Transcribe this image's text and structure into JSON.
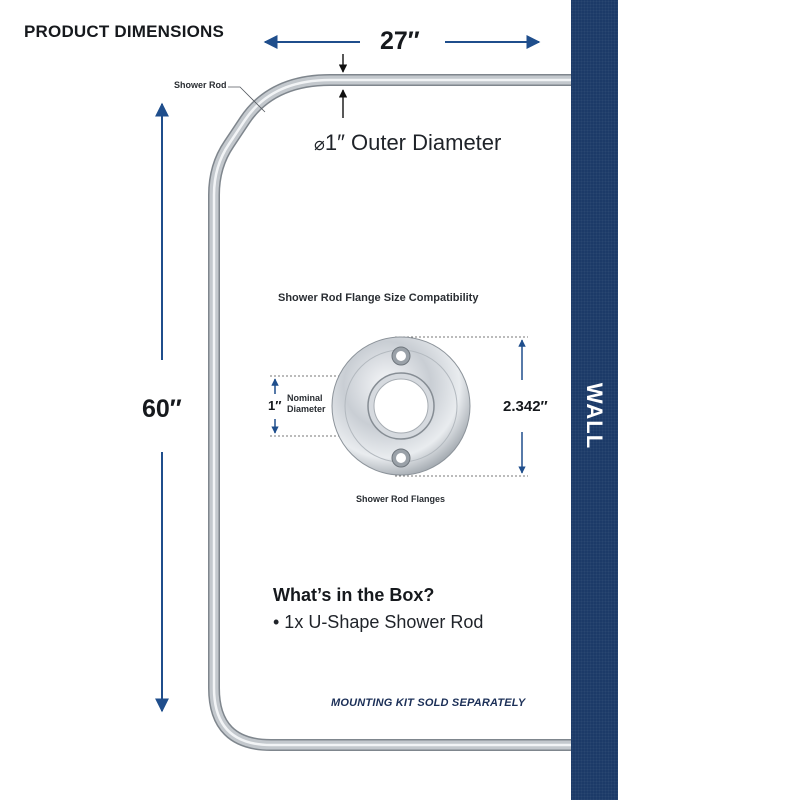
{
  "header": {
    "title": "PRODUCT DIMENSIONS"
  },
  "dimensions": {
    "width": "27″",
    "height": "60″",
    "outer_diameter_symbol": "⌀",
    "outer_diameter": "1″ Outer Diameter"
  },
  "callouts": {
    "rod": "Shower Rod"
  },
  "flange": {
    "title": "Shower Rod Flange Size Compatibility",
    "nominal_value": "1″",
    "nominal_label_line1": "Nominal",
    "nominal_label_line2": "Diameter",
    "outer_value": "2.342″",
    "caption": "Shower Rod Flanges"
  },
  "box": {
    "title": "What’s in the Box?",
    "items": [
      "• 1x U-Shape Shower Rod"
    ]
  },
  "note": "MOUNTING KIT SOLD SEPARATELY",
  "wall": {
    "label": "WALL"
  },
  "colors": {
    "wall": "#1c3a68",
    "arrow": "#1f4e8c",
    "text": "#16191d",
    "rod": "#b9bec4"
  }
}
